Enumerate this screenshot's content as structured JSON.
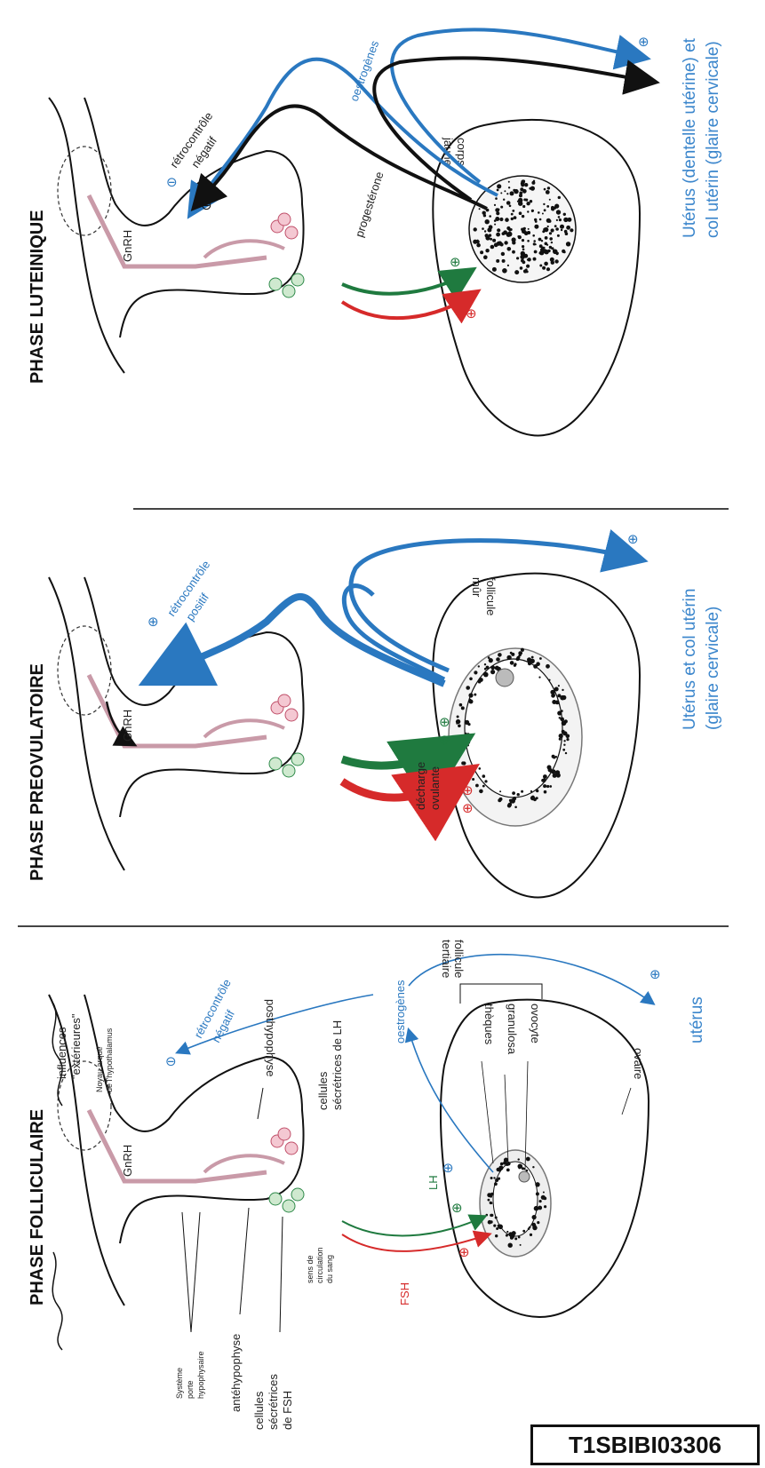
{
  "titles": {
    "luteal": "PHASE LUTEINIQUE",
    "preovulatory": "PHASE PREOVULATOIRE",
    "follicular": "PHASE FOLLICULAIRE"
  },
  "luteal": {
    "gnrh": "GnRH",
    "retro": [
      "rétrocontrôle",
      "négatif"
    ],
    "progesterone": "progestérone",
    "oestrogenes": "oestrogènes",
    "corps_jaune": [
      "corps",
      "jaune"
    ],
    "target": [
      "Utérus (dentelle utérine) et",
      "col utérin (glaire cervicale)"
    ]
  },
  "preovulatory": {
    "gnrh": "GnRH",
    "retro": [
      "rétrocontrôle",
      "positif"
    ],
    "follicule": [
      "follicule",
      "mûr"
    ],
    "decharge": [
      "décharge",
      "ovulante"
    ],
    "target": [
      "Utérus et col utérin",
      "(glaire cervicale)"
    ]
  },
  "follicular": {
    "influences": [
      "influences",
      "\"extérieures\""
    ],
    "noyau": [
      "Noyau arqué",
      "de l'hypothalamus"
    ],
    "gnrh": "GnRH",
    "retro": [
      "rétrocontrôle",
      "négatif"
    ],
    "posthypophyse": "posthypophyse",
    "cellules_lh": [
      "cellules",
      "sécrétrices de LH"
    ],
    "oestrogenes": "oestrogènes",
    "follicule_tertiaire": [
      "follicule",
      "tertiaire"
    ],
    "theques": "thèques",
    "granulosa": "granulosa",
    "ovocyte": "ovocyte",
    "ovaire": "ovaire",
    "uterus": "utérus",
    "lh": "LH",
    "fsh": "FSH",
    "sens_circulation": [
      "sens de",
      "circulation",
      "du sang"
    ],
    "systeme_porte": [
      "Système",
      "porte",
      "hypophysaire"
    ],
    "antehypophyse": "antéhypophyse",
    "cellules_fsh": [
      "cellules",
      "sécrétrices",
      "de FSH"
    ]
  },
  "code": "T1SBIBI03306",
  "colors": {
    "blue": "#2a78c0",
    "green": "#1f7a3f",
    "red": "#d62a2a",
    "black": "#111111",
    "pink": "#e8b7c4"
  }
}
